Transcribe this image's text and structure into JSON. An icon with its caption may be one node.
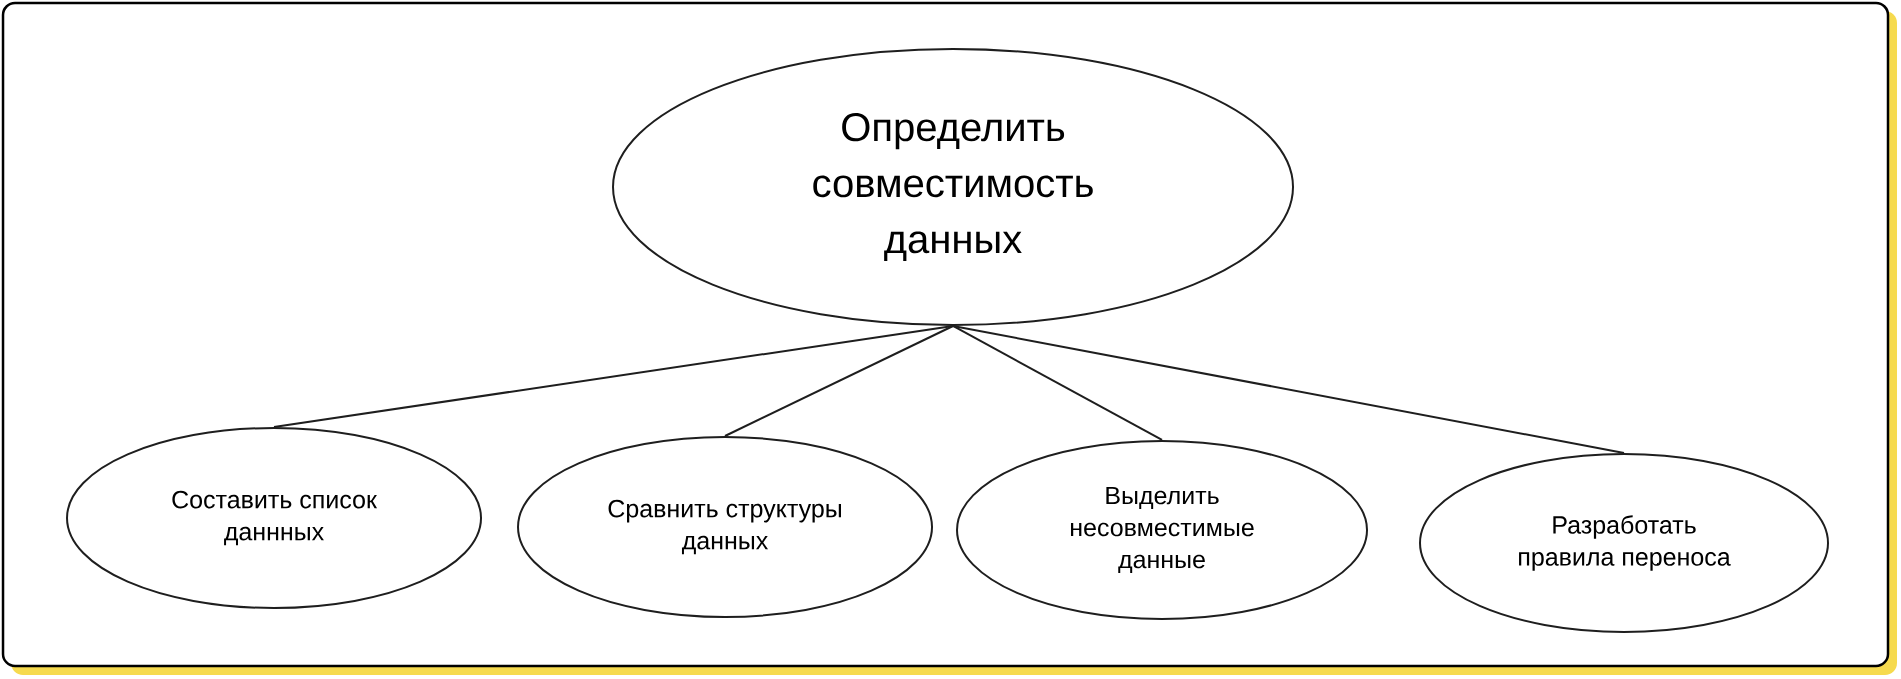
{
  "diagram": {
    "nodes": [
      {
        "text": [
          "Определить совместимость данных"
        ]
      },
      {
        "text": [
          "Составить список даннных"
        ]
      },
      {
        "text": [
          "Сравнить структуры данных"
        ]
      },
      {
        "text": [
          "Выделить несовместимые данные"
        ]
      },
      {
        "text": [
          "Разработать правила переноса"
        ]
      }
    ],
    "edges": [
      {
        "from": 0,
        "to": 1,
        "arrow": "none"
      },
      {
        "from": 0,
        "to": 2,
        "arrow": "none"
      },
      {
        "from": 0,
        "to": 3,
        "arrow": "none"
      },
      {
        "from": 0,
        "to": 4,
        "arrow": "none"
      }
    ]
  }
}
